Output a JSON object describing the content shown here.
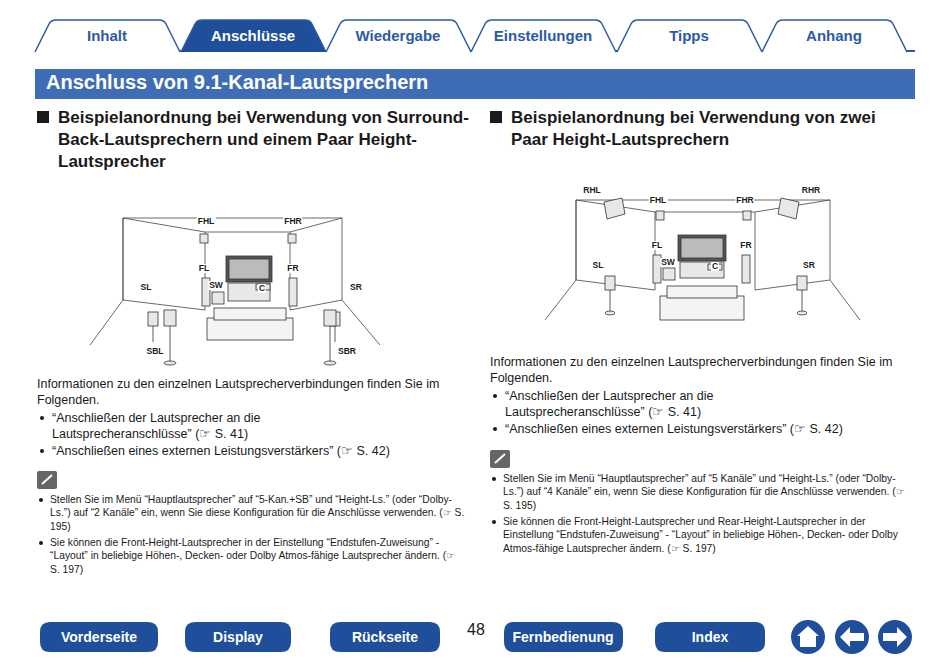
{
  "diagram": {
    "title": "Anschluss von 9.1-Kanal-Lautsprechern",
    "nodes": [
      {
        "text": [
          "Inhalt"
        ]
      },
      {
        "text": [
          "Anschlüsse"
        ]
      },
      {
        "text": [
          "Wiedergabe"
        ]
      },
      {
        "text": [
          "Einstellungen"
        ]
      },
      {
        "text": [
          "Tipps"
        ]
      },
      {
        "text": [
          "Anhang"
        ]
      },
      {
        "text": [
          "Vorderseite"
        ]
      },
      {
        "text": [
          "Display"
        ]
      },
      {
        "text": [
          "Rückseite"
        ]
      },
      {
        "text": [
          "Fernbedienung"
        ]
      },
      {
        "text": [
          "Index"
        ]
      }
    ],
    "labels": [
      "Beispielanordnung bei Verwendung von Surround-Back-Lautsprechern und einem Paar Height-Lautsprecher",
      "Beispielanordnung bei Verwendung von zwei Paar Height-Lautsprechern",
      "FHL",
      "FHR",
      "FL",
      "FR",
      "SW",
      "C",
      "SL",
      "SR",
      "SBL",
      "SBR",
      "RHL",
      "RHR",
      "FHL",
      "FHR",
      "FL",
      "FR",
      "SL",
      "SW",
      "C",
      "SR",
      "Informationen zu den einzelnen Lautsprecherverbindungen finden Sie im Folgenden.",
      "“Anschließen der Lautsprecher an die Lautsprecheranschlüsse” (☞ S. 41)",
      "“Anschließen eines externen Leistungsverstärkers” (☞ S. 42)",
      "Stellen Sie im Menü “Hauptlautsprecher” auf “5-Kan.+SB” und “Height-Ls.” (oder “Dolby-Ls.”) auf “2 Kanäle” ein, wenn Sie diese Konfiguration für die Anschlüsse verwenden. (☞ S. 195)",
      "Sie können die Front-Height-Lautsprecher in der Einstellung “Endstufen-Zuweisung” - “Layout” in beliebige Höhen-, Decken- oder Dolby Atmos-fähige Lautsprecher ändern. (☞ S. 197)",
      "Informationen zu den einzelnen Lautsprecherverbindungen finden Sie im Folgenden.",
      "“Anschließen der Lautsprecher an die Lautsprecheranschlüsse” (☞ S. 41)",
      "“Anschließen eines externen Leistungsverstärkers” (☞ S. 42)",
      "Stellen Sie im Menü “Hauptlautsprecher” auf “5 Kanäle” und “Height-Ls.” (oder “Dolby-Ls.”) auf “4 Kanäle” ein, wenn Sie diese Konfiguration für die Anschlüsse verwenden. (☞ S. 195)",
      "Sie können die Front-Height-Lautsprecher und Rear-Height-Lautsprecher in der Einstellung “Endstufen-Zuweisung” - “Layout” in beliebige Höhen-, Decken- oder Dolby Atmos-fähige Lautsprecher ändern. (☞ S. 197)",
      "48"
    ]
  }
}
